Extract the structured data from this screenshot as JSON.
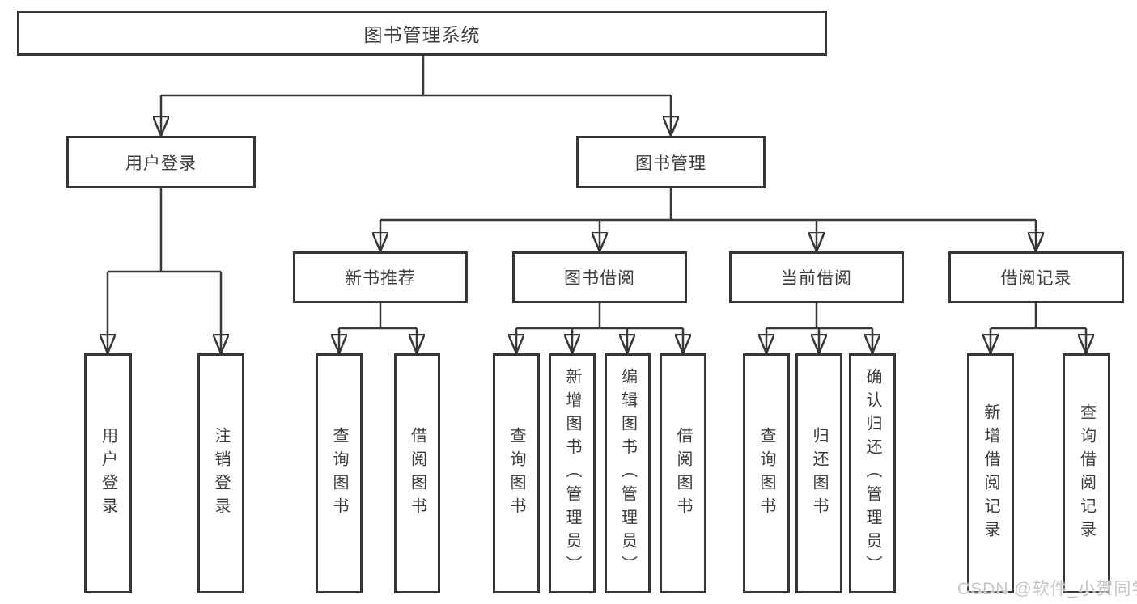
{
  "diagram": {
    "root": "图书管理系统",
    "user_login": {
      "label": "用户登录",
      "children": [
        "用户登录",
        "注销登录"
      ]
    },
    "book_management": {
      "label": "图书管理",
      "sections": {
        "new_book_recommendation": {
          "label": "新书推荐",
          "children": [
            "查询图书",
            "借阅图书"
          ]
        },
        "book_borrowing": {
          "label": "图书借阅",
          "children": [
            "查询图书",
            "新增图书（管理员）",
            "编辑图书（管理员）",
            "借阅图书"
          ]
        },
        "current_borrowing": {
          "label": "当前借阅",
          "children": [
            "查询图书",
            "归还图书",
            "确认归还（管理员）"
          ]
        },
        "borrowing_records": {
          "label": "借阅记录",
          "children": [
            "新增借阅记录",
            "查询借阅记录"
          ]
        }
      }
    }
  },
  "watermark": {
    "text": "CSDN @软件_小贺同学"
  },
  "colors": {
    "line": "#383838",
    "box_border": "#363636",
    "text": "#3b3b3b",
    "box_background": "#ffffff",
    "watermark_text": "#c6c6c6"
  }
}
